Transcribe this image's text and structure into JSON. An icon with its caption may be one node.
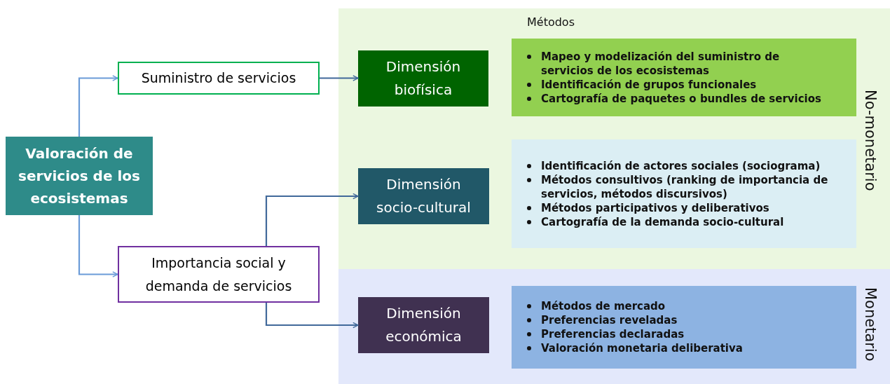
{
  "diagram": {
    "nodes": [
      {
        "text": [
          "Valoración de servicios de los ecosistemas"
        ]
      },
      {
        "text": [
          "Suministro de servicios"
        ]
      },
      {
        "text": [
          "Importancia social y demanda de servicios"
        ]
      },
      {
        "text": [
          "No-monetario"
        ]
      },
      {
        "text": [
          "Dimensión biofísica"
        ],
        "in": 3
      },
      {
        "text": [
          "Mapeo y modelización del suministro de servicios de los ecosistemas",
          "Identificación de grupos funcionales",
          "Cartografía de paquetes o bundles de servicios"
        ],
        "in": 3
      },
      {
        "text": [
          "Dimensión socio-cultural"
        ],
        "in": 3
      },
      {
        "text": [
          "Identificación de actores sociales (sociograma)",
          "Métodos consultivos (ranking de importancia de servicios, métodos discursivos)",
          "Métodos participativos y deliberativos",
          "Cartografía de la demanda socio-cultural"
        ],
        "in": 3
      },
      {
        "text": [
          "Monetario"
        ]
      },
      {
        "text": [
          "Dimensión económica"
        ],
        "in": 8
      },
      {
        "text": [
          "Métodos de mercado",
          "Preferencias reveladas",
          "Preferencias declaradas",
          "Valoración monetaria deliberativa"
        ],
        "in": 8
      }
    ],
    "edges": [
      {
        "from": 0,
        "to": 1,
        "arrow": "to",
        "color": "#6b9bd8"
      },
      {
        "from": 0,
        "to": 2,
        "arrow": "to",
        "color": "#6b9bd8"
      },
      {
        "from": 1,
        "to": 4,
        "arrow": "to"
      },
      {
        "from": 2,
        "to": 6,
        "arrow": "to"
      },
      {
        "from": 2,
        "to": 9,
        "arrow": "to"
      }
    ],
    "labels": [
      "Métodos"
    ]
  }
}
